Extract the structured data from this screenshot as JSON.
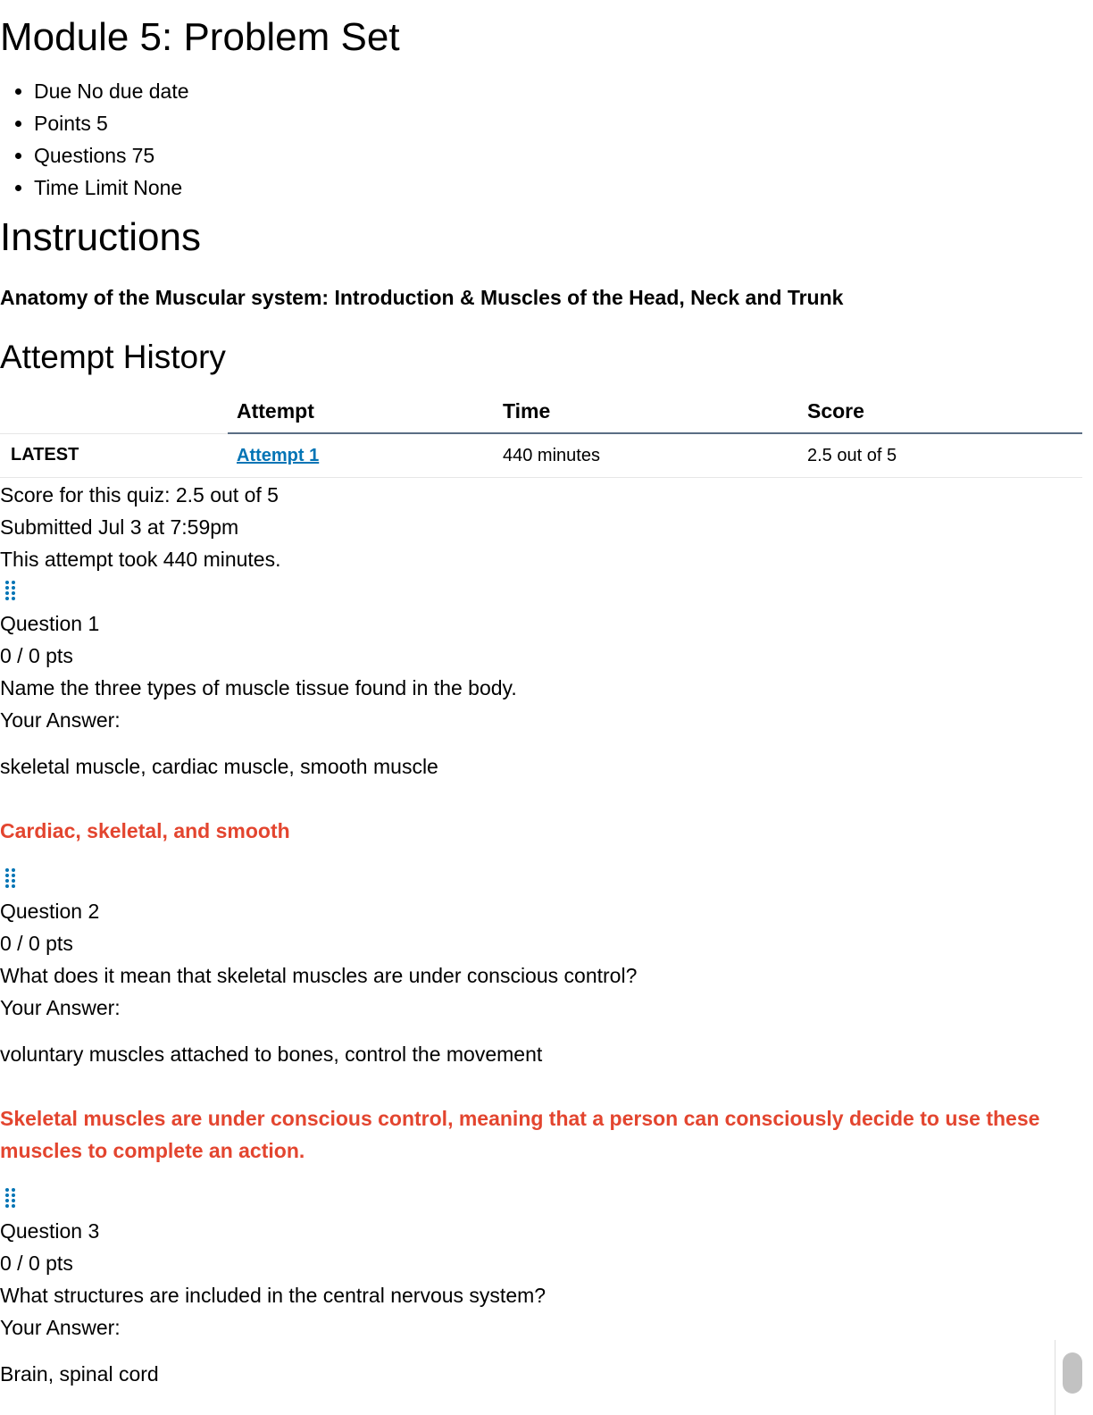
{
  "title": "Module 5: Problem Set",
  "meta": [
    {
      "label": "Due",
      "value": "No due date"
    },
    {
      "label": "Points",
      "value": "5"
    },
    {
      "label": "Questions",
      "value": "75"
    },
    {
      "label": "Time Limit",
      "value": "None"
    }
  ],
  "instructions": {
    "heading": "Instructions",
    "text": "Anatomy of the Muscular system: Introduction & Muscles of the Head, Neck and Trunk"
  },
  "attempt_history": {
    "heading": "Attempt History",
    "columns": [
      "Attempt",
      "Time",
      "Score"
    ],
    "rows": [
      {
        "status": "LATEST",
        "attempt": "Attempt 1",
        "time": "440 minutes",
        "score": "2.5 out of 5"
      }
    ]
  },
  "summary": {
    "score": "Score for this quiz: 2.5 out of 5",
    "submitted": "Submitted Jul 3 at 7:59pm",
    "duration": "This attempt took 440 minutes."
  },
  "your_answer_label": "Your Answer:",
  "icons": {
    "drag": "drag-handle-icon",
    "drag_color": "#0374b5"
  },
  "colors": {
    "correct_answer": "#e3452f",
    "link": "#0374b5"
  },
  "questions": [
    {
      "title": "Question 1",
      "points": "0 / 0 pts",
      "prompt": "Name the three types of muscle tissue found in the body.",
      "answer": "skeletal muscle, cardiac muscle, smooth muscle",
      "correct": "Cardiac, skeletal, and smooth"
    },
    {
      "title": "Question 2",
      "points": "0 / 0 pts",
      "prompt": "What does it mean that skeletal muscles are under conscious control?",
      "answer": "voluntary muscles attached to bones, control the movement",
      "correct": "Skeletal muscles are under conscious control, meaning that a person can consciously decide to use these muscles to complete an action."
    },
    {
      "title": "Question 3",
      "points": "0 / 0 pts",
      "prompt": "What structures are included in the central nervous system?",
      "answer": "Brain, spinal cord"
    }
  ]
}
